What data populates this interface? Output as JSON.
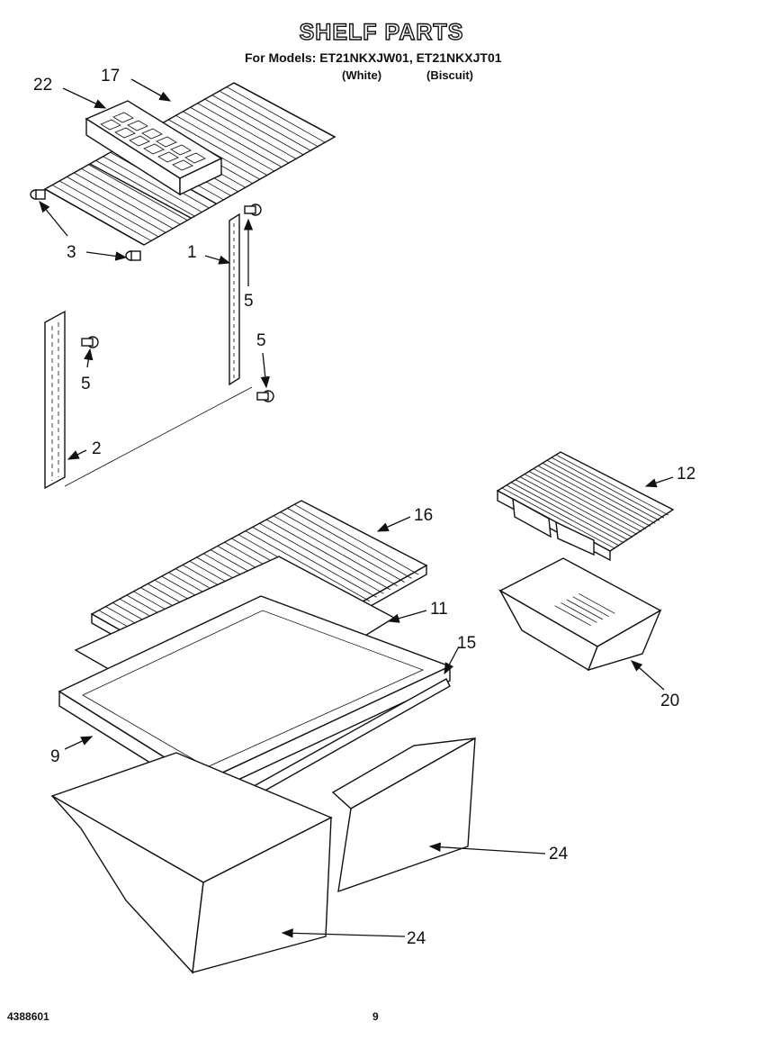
{
  "header": {
    "title": "SHELF PARTS",
    "models_line": "For Models: ET21NKXJW01, ET21NKXJT01",
    "variant_white": "(White)",
    "variant_biscuit": "(Biscuit)"
  },
  "footer": {
    "doc_number": "4388601",
    "page_number": "9"
  },
  "callouts": {
    "c22": "22",
    "c17": "17",
    "c3": "3",
    "c1": "1",
    "c5a": "5",
    "c5b": "5",
    "c5c": "5",
    "c2": "2",
    "c12": "12",
    "c16": "16",
    "c11": "11",
    "c15": "15",
    "c9": "9",
    "c20": "20",
    "c24a": "24",
    "c24b": "24"
  }
}
